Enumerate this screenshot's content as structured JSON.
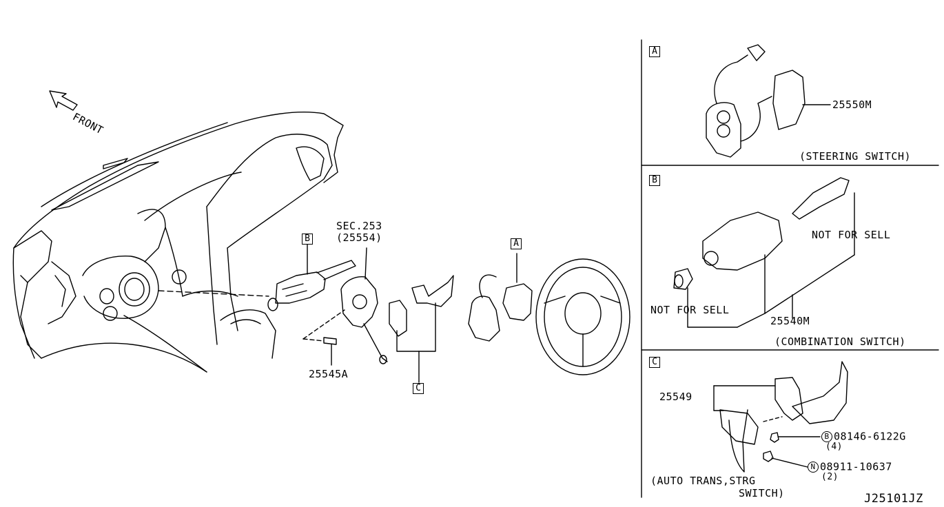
{
  "front_label": "FRONT",
  "sec_label": "SEC.253",
  "sec_part": "(25554)",
  "callout_b_main": "B",
  "callout_a_main": "A",
  "callout_c_main": "C",
  "part_25545a": "25545A",
  "panel_a": {
    "box": "A",
    "part": "25550M",
    "caption": "(STEERING SWITCH)"
  },
  "panel_b": {
    "box": "B",
    "nfs1": "NOT FOR SELL",
    "nfs2": "NOT FOR SELL",
    "part": "25540M",
    "caption": "(COMBINATION SWITCH)"
  },
  "panel_c": {
    "box": "C",
    "part": "25549",
    "bolt_symbol": "B",
    "bolt_part": "08146-6122G",
    "bolt_qty": "(4)",
    "nut_symbol": "N",
    "nut_part": "08911-10637",
    "nut_qty": "(2)",
    "caption_line1": "(AUTO TRANS,STRG",
    "caption_line2": "SWITCH)"
  },
  "diagram_code": "J25101JZ"
}
